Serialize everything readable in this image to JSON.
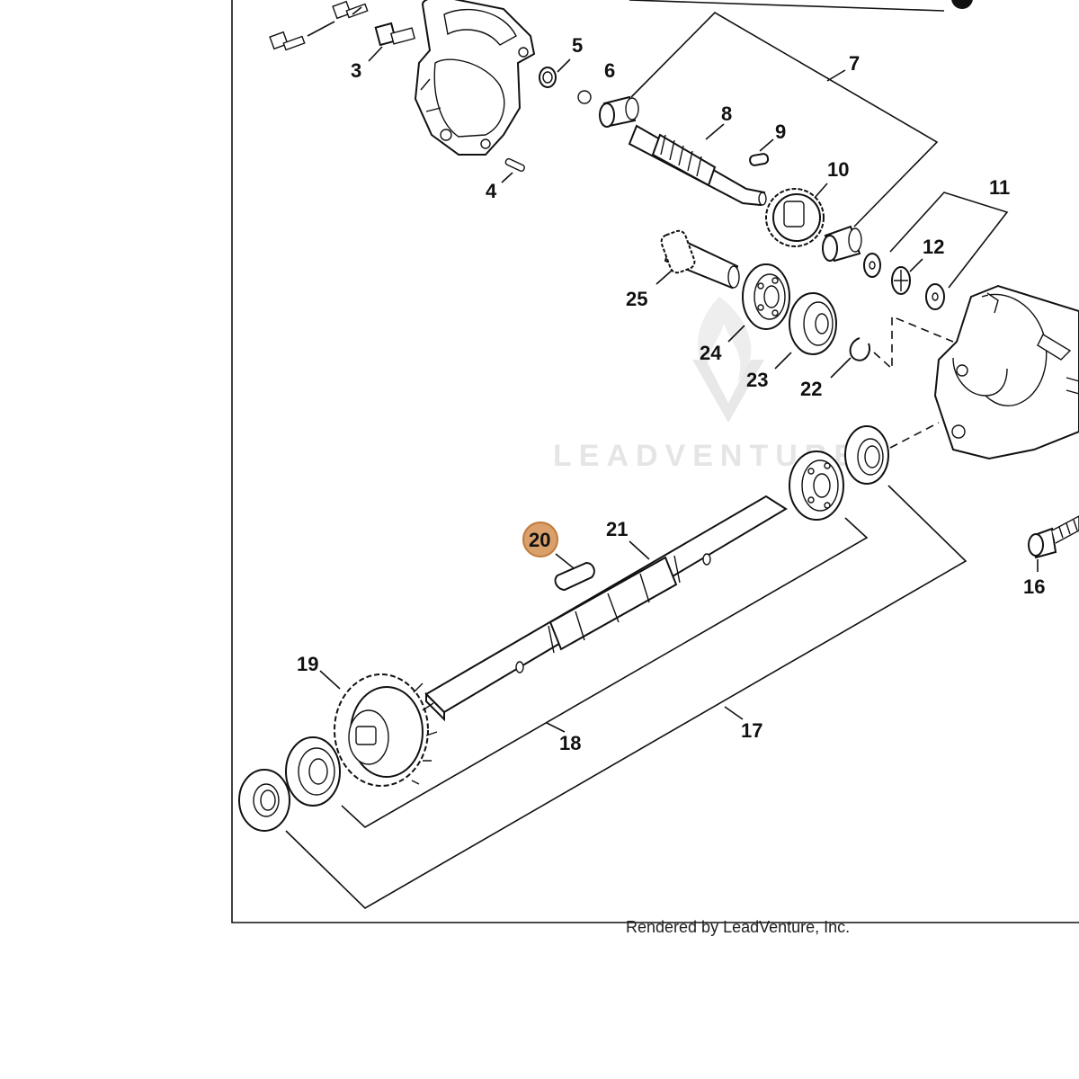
{
  "watermark": {
    "text": "LEADVENTURE"
  },
  "footer": {
    "rendered_by": "Rendered by LeadVenture, Inc."
  },
  "highlight_color": "#d9a06b",
  "callouts": {
    "c3": "3",
    "c4": "4",
    "c5": "5",
    "c6": "6",
    "c7": "7",
    "c8": "8",
    "c9": "9",
    "c10": "10",
    "c11": "11",
    "c12": "12",
    "c16": "16",
    "c17": "17",
    "c18": "18",
    "c19": "19",
    "c20": "20",
    "c21": "21",
    "c22": "22",
    "c23": "23",
    "c24": "24",
    "c25": "25"
  }
}
